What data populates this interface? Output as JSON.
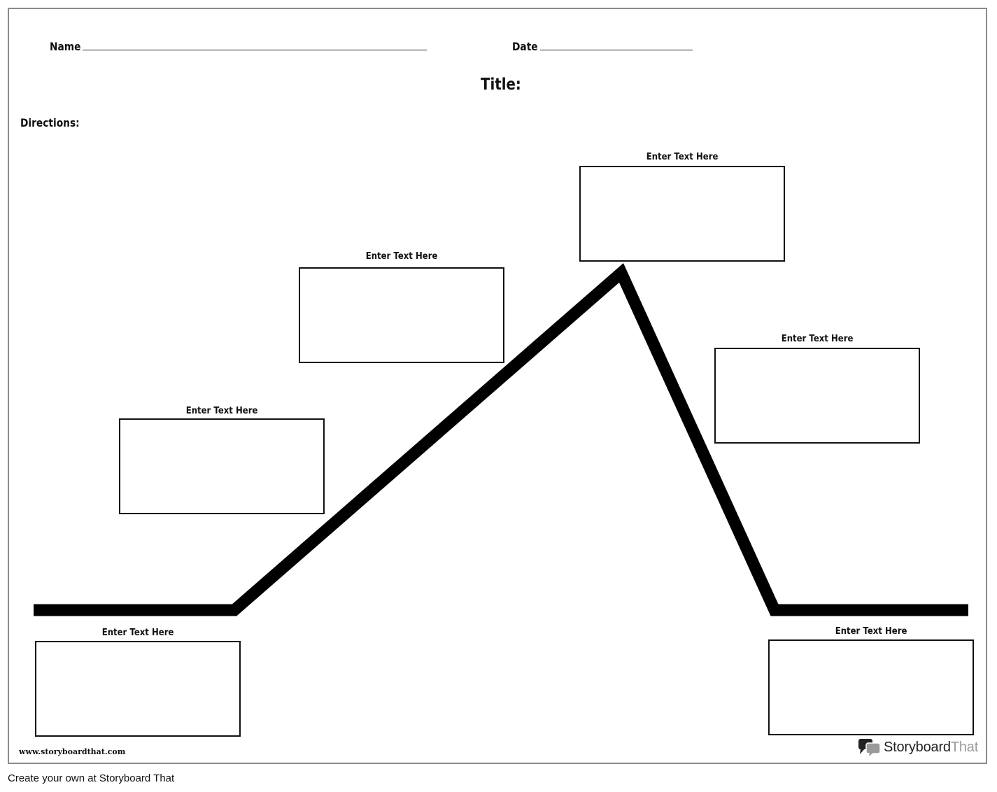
{
  "header": {
    "name_label": "Name",
    "date_label": "Date",
    "title_label": "Title:",
    "directions_label": "Directions:"
  },
  "text_boxes": {
    "label": "Enter Text Here"
  },
  "branding": {
    "site_url": "www.storyboardthat.com",
    "logo_word_1": "Storyboard",
    "logo_word_2": "That",
    "logo_dark_color": "#222222",
    "logo_light_color": "#9a9a9a",
    "logo_icon": "speech-bubbles-icon"
  },
  "footer": {
    "credit": "Create your own at Storyboard That"
  }
}
